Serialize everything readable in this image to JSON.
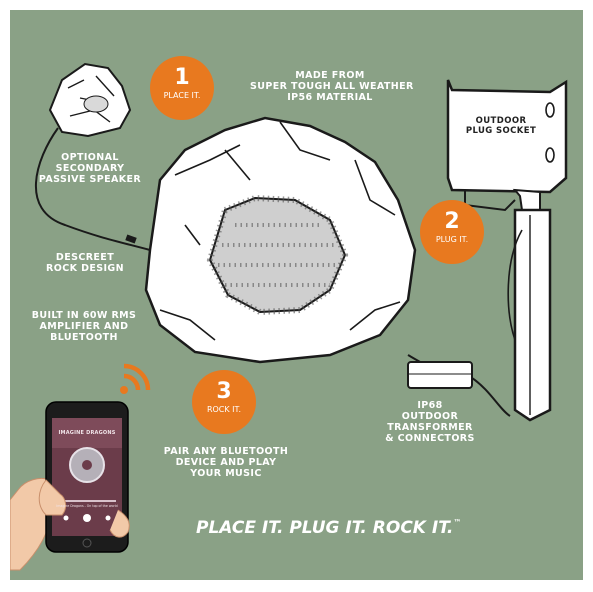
{
  "colors": {
    "background": "#8aa186",
    "accent": "#e8791f",
    "text": "#ffffff",
    "line": "#1a1a1a"
  },
  "steps": [
    {
      "number": "1",
      "label": "PLACE IT."
    },
    {
      "number": "2",
      "label": "PLUG IT."
    },
    {
      "number": "3",
      "label": "ROCK IT."
    }
  ],
  "labels": {
    "material": [
      "MADE FROM",
      "SUPER TOUGH ALL WEATHER",
      "IP56 MATERIAL"
    ],
    "secondary_speaker": [
      "OPTIONAL",
      "SECONDARY",
      "PASSIVE SPEAKER"
    ],
    "rock_design": [
      "DESCREET",
      "ROCK DESIGN"
    ],
    "amplifier": [
      "BUILT IN 60W RMS",
      "AMPLIFIER AND",
      "BLUETOOTH"
    ],
    "socket": [
      "OUTDOOR",
      "PLUG SOCKET"
    ],
    "transformer": [
      "IP68",
      "OUTDOOR",
      "TRANSFORMER",
      "& CONNECTORS"
    ],
    "pairing": [
      "PAIR ANY BLUETOOTH",
      "DEVICE AND PLAY",
      "YOUR MUSIC"
    ]
  },
  "phone": {
    "artist": "IMAGINE DRAGONS",
    "track": "Imagine Dragons - On top of the world"
  },
  "slogan": "PLACE IT. PLUG IT. ROCK IT.",
  "trademark": "™",
  "icons": [
    "bluetooth-signal-icon",
    "phone-illustration",
    "rock-speaker-illustration",
    "plug-socket-illustration"
  ]
}
